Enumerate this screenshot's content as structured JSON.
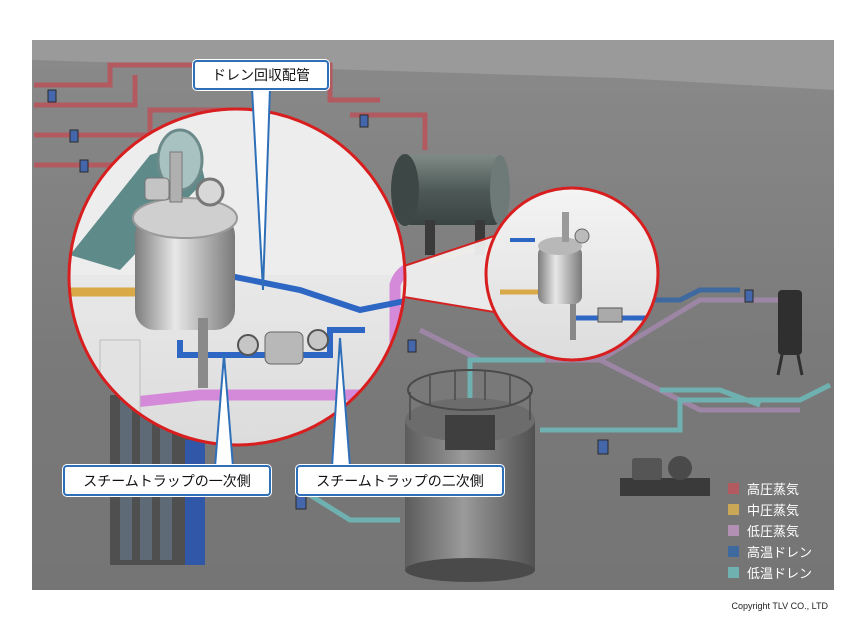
{
  "callouts": {
    "drain_recovery": "ドレン回収配管",
    "trap_primary": "スチームトラップの一次側",
    "trap_secondary": "スチームトラップの二次側"
  },
  "legend": [
    {
      "label": "高圧蒸気",
      "color": "#b25a5f"
    },
    {
      "label": "中圧蒸気",
      "color": "#c9a756"
    },
    {
      "label": "低圧蒸気",
      "color": "#b290b3"
    },
    {
      "label": "高温ドレン",
      "color": "#3f6aa0"
    },
    {
      "label": "低温ドレン",
      "color": "#6fb1b0"
    }
  ],
  "copyright": "Copyright TLV CO., LTD",
  "colors": {
    "high_pressure_steam": "#b25a5f",
    "medium_pressure_steam": "#d9a847",
    "low_pressure_steam": "#c49ac8",
    "high_temp_drain": "#2e66c4",
    "low_temp_drain": "#6fb8b4",
    "magnifier_ring": "#d81e1e",
    "callout_border": "#2f6fb8"
  }
}
